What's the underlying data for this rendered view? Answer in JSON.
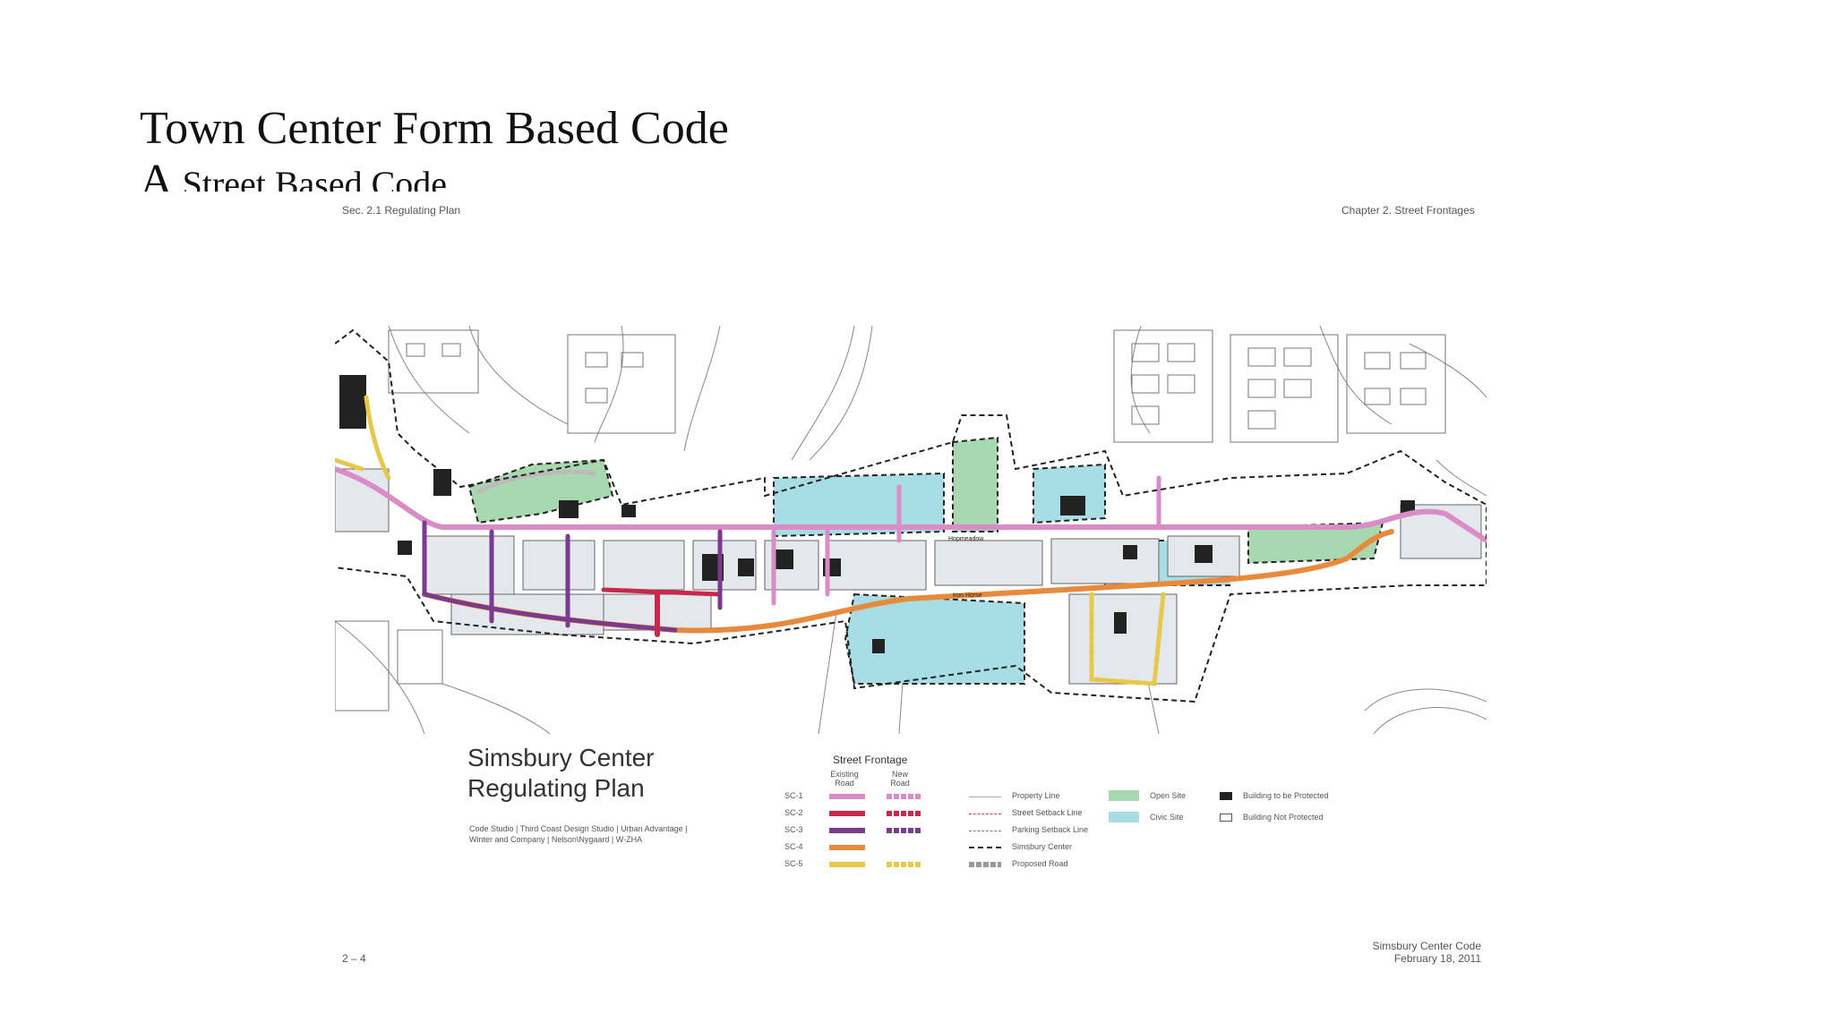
{
  "slide": {
    "title": "Town Center Form Based Code",
    "subtitle_cap": "A",
    "subtitle_rest": " Street Based Code"
  },
  "page": {
    "header_left": "Sec. 2.1 Regulating Plan",
    "header_right": "Chapter 2. Street Frontages",
    "footer_left": "2 – 4",
    "footer_right_1": "Simsbury Center Code",
    "footer_right_2": "February 18, 2011"
  },
  "map": {
    "street_labels": [
      "Hopmeadow",
      "Iron Horse"
    ]
  },
  "plan": {
    "title_line1": "Simsbury Center",
    "title_line2": "Regulating Plan",
    "credits_line1": "Code Studio | Third Coast Design Studio | Urban Advantage |",
    "credits_line2": "Winter and Company | Nelson\\Nygaard | W-ZHA"
  },
  "legend": {
    "frontage_title": "Street Frontage",
    "col_existing": "Existing Road",
    "col_new": "New Road",
    "frontages": [
      {
        "code": "SC-1",
        "color": "#d98cc6",
        "new": true
      },
      {
        "code": "SC-2",
        "color": "#c8284a",
        "new": true
      },
      {
        "code": "SC-3",
        "color": "#7a3a8e",
        "new": true
      },
      {
        "code": "SC-4",
        "color": "#e88a3c",
        "new": false
      },
      {
        "code": "SC-5",
        "color": "#e6c84a",
        "new": true
      }
    ],
    "lines": [
      {
        "label": "Property Line",
        "style": "thin"
      },
      {
        "label": "Street Setback Line",
        "style": "red-dash"
      },
      {
        "label": "Parking Setback Line",
        "style": "grey-dash"
      },
      {
        "label": "Simsbury Center",
        "style": "black-dash"
      },
      {
        "label": "Proposed Road",
        "style": "grey-block"
      }
    ],
    "sites": [
      {
        "label": "Open Site",
        "color": "#a8d8b0"
      },
      {
        "label": "Civic Site",
        "color": "#a8dde6"
      }
    ],
    "buildings": [
      {
        "label": "Building to be Protected",
        "style": "filled"
      },
      {
        "label": "Building Not Protected",
        "style": "outline"
      }
    ]
  },
  "colors": {
    "open_site": "#a8d8b0",
    "civic_site": "#a8dde6",
    "block_fill": "#e4e7ec",
    "sc1": "#d98cc6",
    "sc2": "#c8284a",
    "sc3": "#7a3a8e",
    "sc4": "#e88a3c",
    "sc5": "#e6c84a"
  }
}
